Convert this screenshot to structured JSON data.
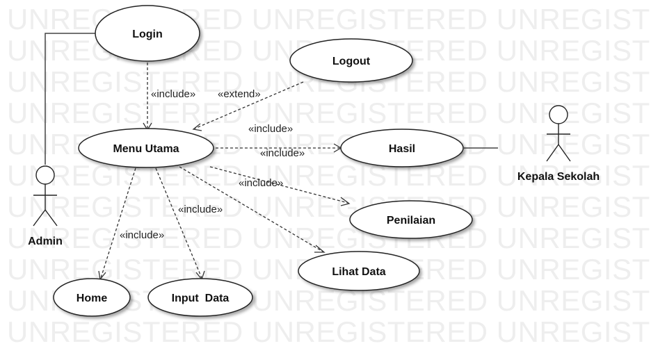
{
  "watermark_text": "UNREGISTERED UNREGISTERED UNREGISTERED",
  "actors": {
    "admin": "Admin",
    "kepala_sekolah": "Kepala Sekolah"
  },
  "use_cases": {
    "login": "Login",
    "logout": "Logout",
    "menu_utama": "Menu Utama",
    "hasil": "Hasil",
    "penilaian": "Penilaian",
    "lihat_data": "Lihat Data",
    "home": "Home",
    "input_data": "Input  Data"
  },
  "relations": {
    "login_menu": "«include»",
    "logout_menu": "«extend»",
    "menu_hasil_1": "«include»",
    "menu_hasil_2": "«include»",
    "menu_penilaian": "«include»",
    "menu_input": "«include»",
    "menu_home": "«include»"
  }
}
